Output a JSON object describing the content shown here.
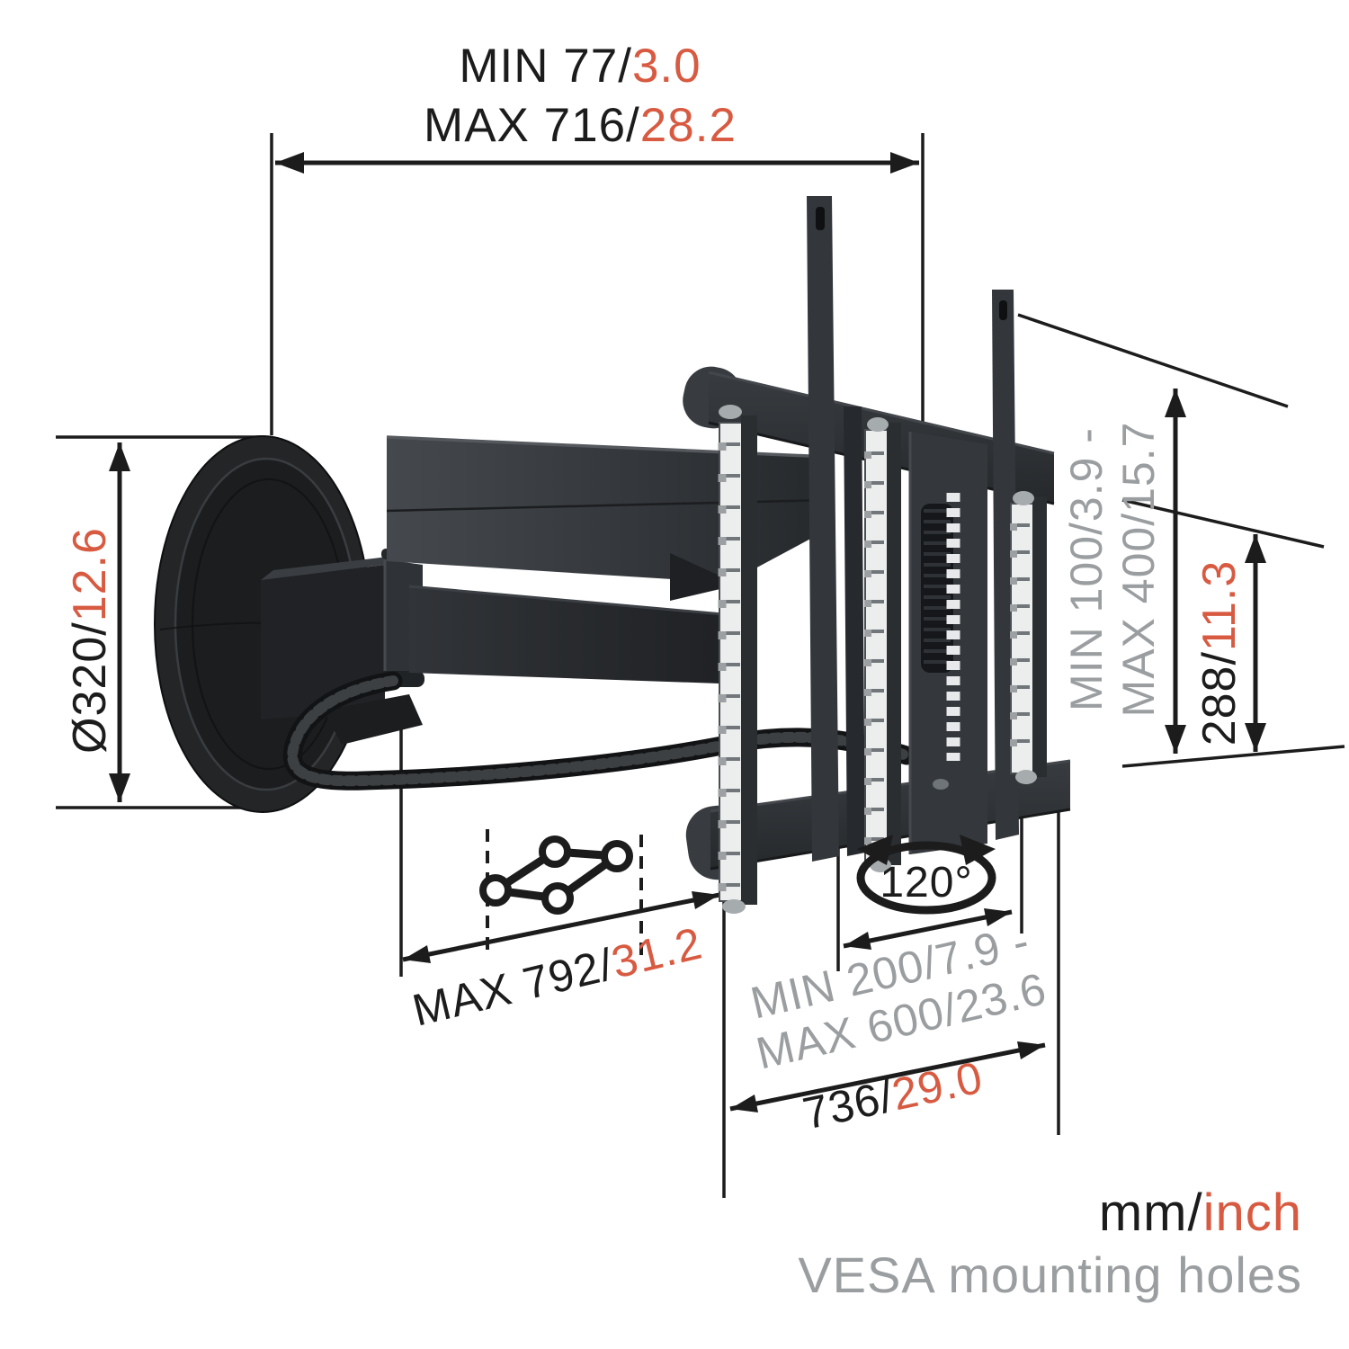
{
  "title": "TV wall mount dimension diagram",
  "colors": {
    "accent_inch": "#d75a41",
    "dim_ink": "#1c1c1c",
    "muted_gray": "#9b9ea0",
    "product_dark": "#2e3236"
  },
  "icons": {
    "vesa_pattern": "vesa-hole-pattern-icon",
    "swivel_range": "swivel-rotation-icon"
  },
  "dims": {
    "depth_range": {
      "mm1": "MIN 77/",
      "in1": "3.0",
      "mm2": "MAX 716/",
      "in2": "28.2"
    },
    "wall_plate_diameter": {
      "mm": "Ø320/",
      "in": "12.6"
    },
    "vesa_vertical": {
      "l1": "MIN 100/3.9 -",
      "l2": "MAX 400/15.7"
    },
    "bracket_height": {
      "mm": "288/",
      "in": "11.3"
    },
    "max_reach": {
      "mm": "MAX 792/",
      "in": "31.2"
    },
    "swivel": {
      "angle": "120°"
    },
    "vesa_horizontal": {
      "l1": "MIN 200/7.9 -",
      "l2": "MAX 600/23.6"
    },
    "bracket_width": {
      "mm": "736/",
      "in": "29.0"
    }
  },
  "legend": {
    "units_mm": "mm/",
    "units_inch": "inch",
    "subtitle": "VESA mounting holes"
  }
}
